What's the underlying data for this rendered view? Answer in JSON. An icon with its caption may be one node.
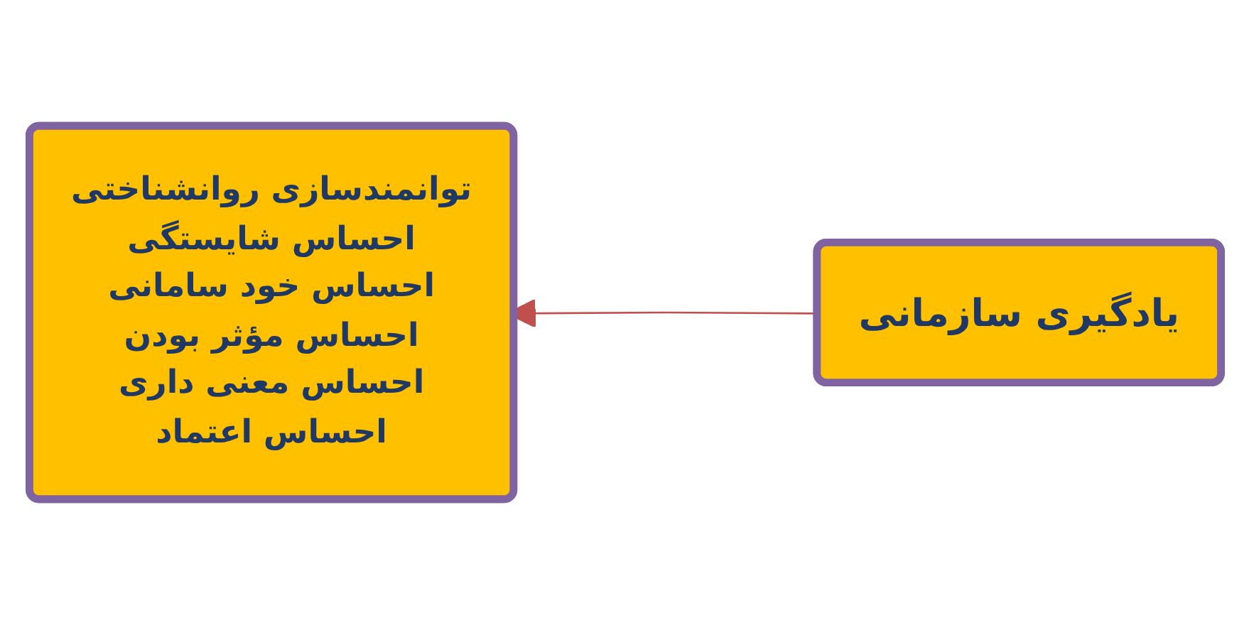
{
  "diagram": {
    "nodes": [
      {
        "text": [
          "توانمندسازی روانشناختی",
          "احساس شایستگی",
          "احساس خود سامانی",
          "احساس مؤثر بودن",
          "احساس معنی داری",
          "احساس اعتماد"
        ]
      },
      {
        "text": [
          "یادگیری سازمانی"
        ]
      }
    ],
    "edges": [
      {
        "from": 1,
        "to": 0,
        "arrow": "to",
        "color": "#c0504d"
      }
    ]
  }
}
